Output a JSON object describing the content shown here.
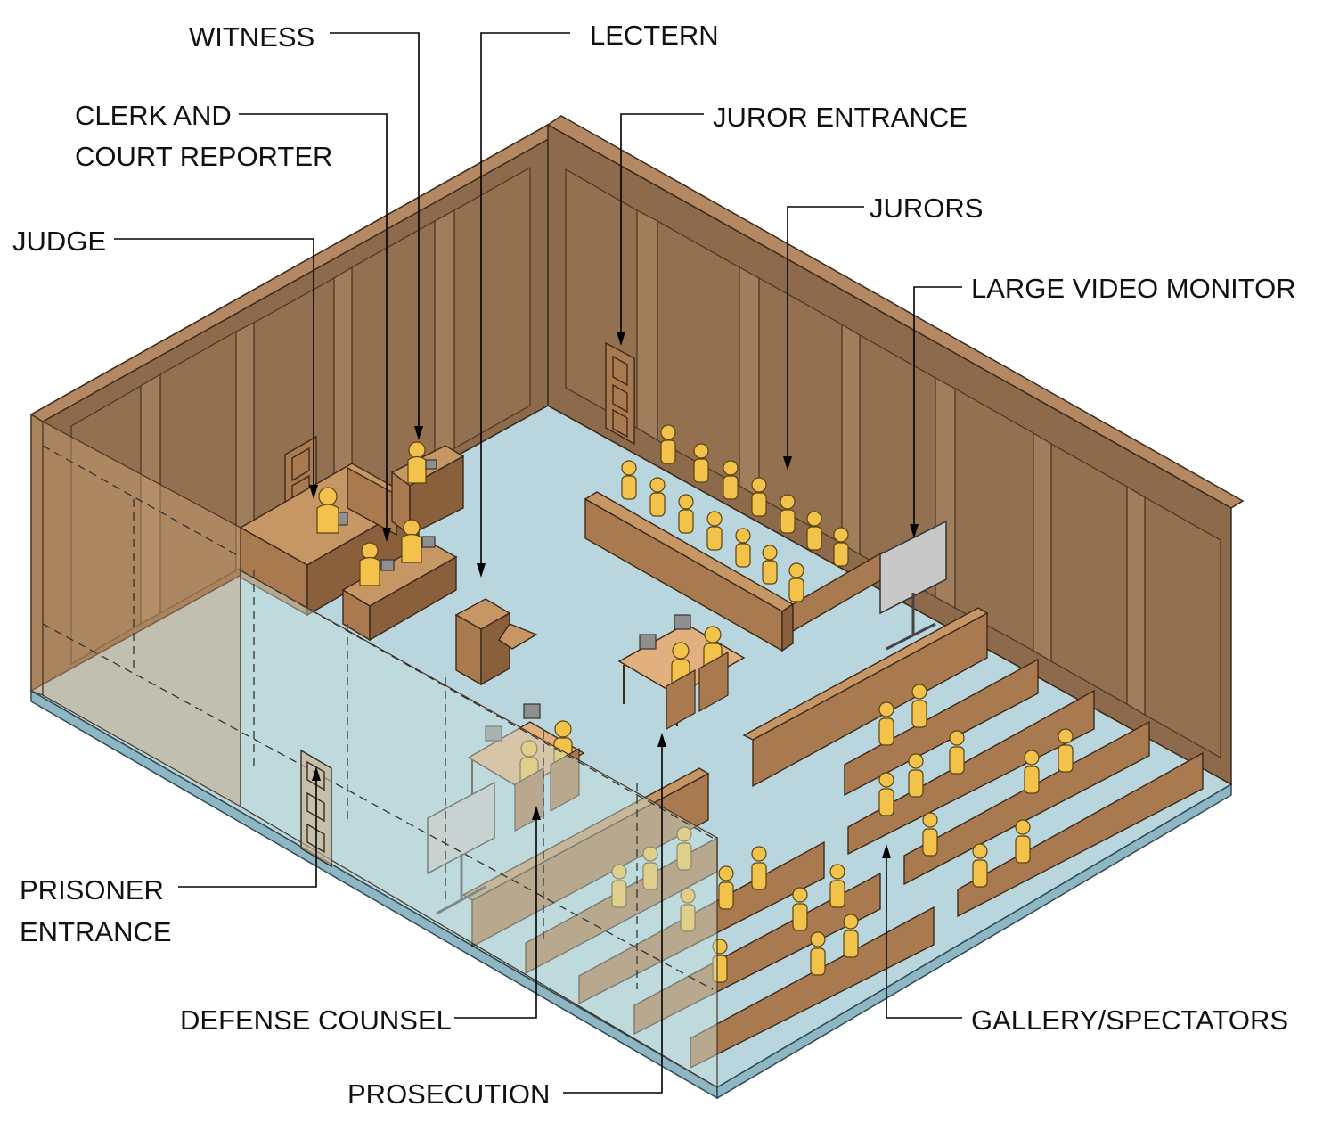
{
  "labels": {
    "witness": "WITNESS",
    "lectern": "LECTERN",
    "clerk_line1": "CLERK AND",
    "clerk_line2": "COURT REPORTER",
    "juror_entrance": "JUROR ENTRANCE",
    "jurors": "JURORS",
    "judge": "JUDGE",
    "large_video_monitor": "LARGE VIDEO MONITOR",
    "prisoner_line1": "PRISONER",
    "prisoner_line2": "ENTRANCE",
    "defense_counsel": "DEFENSE COUNSEL",
    "gallery_spectators": "GALLERY/SPECTATORS",
    "prosecution": "PROSECUTION"
  },
  "colors": {
    "wall": "#8c6a4b",
    "wall_top": "#b38862",
    "floor": "#b9d5dd",
    "furniture": "#a97a4f",
    "figures": "#f2c24a"
  }
}
